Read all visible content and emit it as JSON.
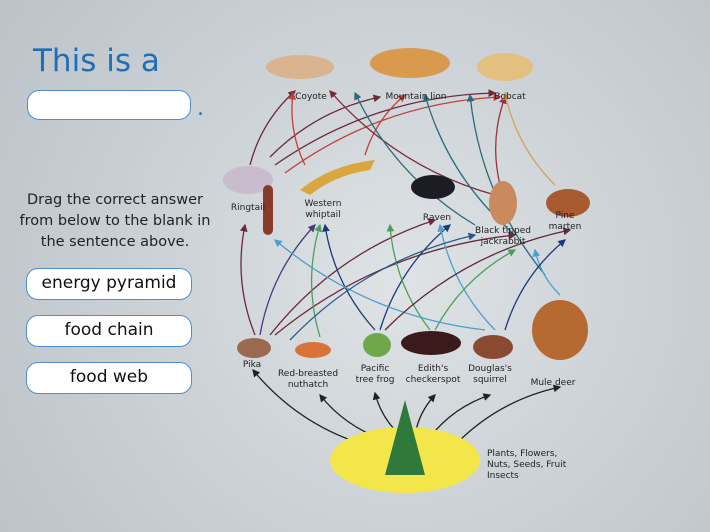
{
  "question": {
    "prefix": "This is a",
    "suffix": "."
  },
  "instructions": "Drag the correct answer from below to the blank in the sentence above.",
  "options": [
    "energy pyramid",
    "food chain",
    "food web"
  ],
  "diagram": {
    "labels": {
      "coyote": "Coyote",
      "mountain_lion": "Mountain lion",
      "bobcat": "Bobcat",
      "ringtail": "Ringtail",
      "western_whiptail": "Western whiptail",
      "raven": "Raven",
      "jackrabbit": "Black tipped jackrabbit",
      "pine_marten": "Pine marten",
      "pika": "Pika",
      "nuthatch": "Red-breasted nuthatch",
      "tree_frog": "Pacific tree frog",
      "checkerspot": "Edith's checkerspot",
      "squirrel": "Douglas's squirrel",
      "mule_deer": "Mule deer",
      "producers": "Plants, Flowers, Nuts, Seeds, Fruit Insects"
    }
  }
}
